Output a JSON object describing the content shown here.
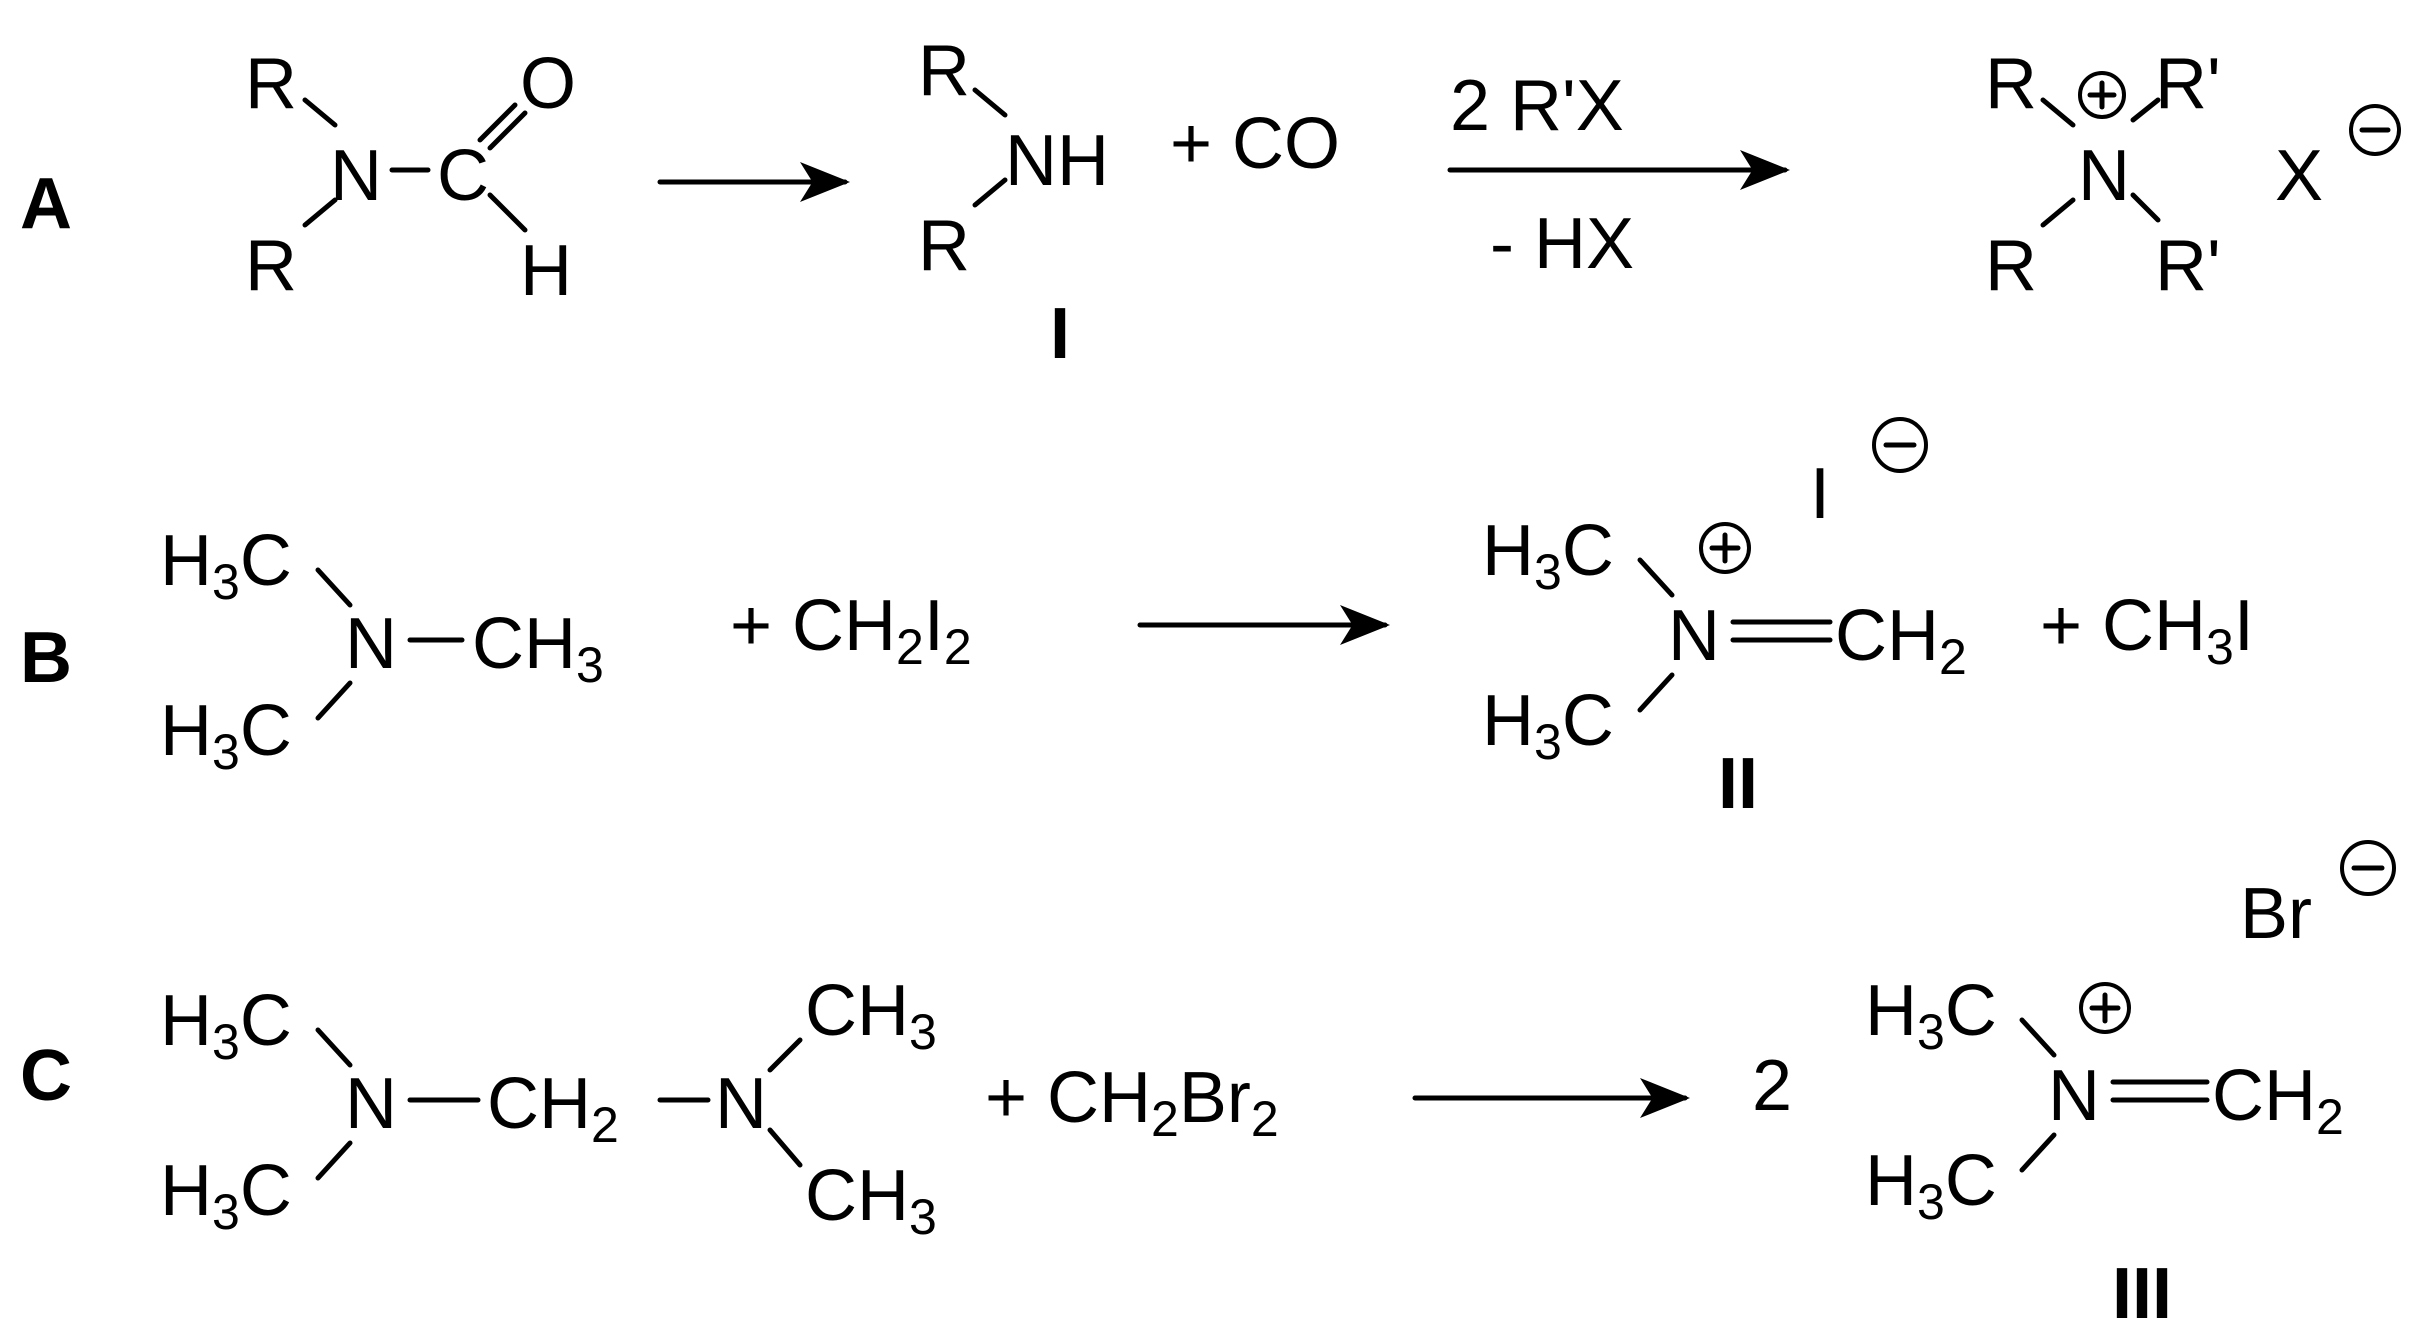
{
  "reaction_a": {
    "label": "A",
    "amide": {
      "r_top": "R",
      "r_bottom": "R",
      "n": "N",
      "c": "C",
      "o": "O",
      "h": "H"
    },
    "amine": {
      "r_top": "R",
      "r_bottom": "R",
      "nh": "NH",
      "compound_label": "I"
    },
    "plus_co": "+ CO",
    "reagent_top": "2 R'X",
    "reagent_bottom": "- HX",
    "product": {
      "r_top_left": "R",
      "r_bottom_left": "R",
      "r_top_right": "R'",
      "r_bottom_right": "R'",
      "n": "N",
      "anion": "X"
    }
  },
  "reaction_b": {
    "label": "B",
    "amine": {
      "h_top": "H",
      "sub_top": "3",
      "c_top": "C",
      "h_bottom": "H",
      "sub_bottom": "3",
      "c_bottom": "C",
      "n": "N",
      "ch_right": "CH",
      "sub_right": "3"
    },
    "reagent": {
      "plus_ch": "+ CH",
      "sub_h": "2",
      "i": "I",
      "sub_i": "2"
    },
    "product": {
      "h_top": "H",
      "sub_top": "3",
      "c_top": "C",
      "h_bottom": "H",
      "sub_bottom": "3",
      "c_bottom": "C",
      "n": "N",
      "ch2": "CH",
      "sub_ch2": "2",
      "anion": "I",
      "compound_label": "II"
    },
    "byproduct": {
      "plus_ch": "+ CH",
      "sub": "3",
      "i": "I"
    }
  },
  "reaction_c": {
    "label": "C",
    "amine": {
      "h_tl": "H",
      "sub_tl": "3",
      "c_tl": "C",
      "h_bl": "H",
      "sub_bl": "3",
      "c_bl": "C",
      "n_left": "N",
      "ch2": "CH",
      "sub_ch2": "2",
      "n_right": "N",
      "ch_tr": "CH",
      "sub_tr": "3",
      "ch_br": "CH",
      "sub_br": "3"
    },
    "reagent": {
      "plus_ch": "+ CH",
      "sub_h": "2",
      "br": "Br",
      "sub_br": "2"
    },
    "coefficient": "2",
    "product": {
      "h_top": "H",
      "sub_top": "3",
      "c_top": "C",
      "h_bottom": "H",
      "sub_bottom": "3",
      "c_bottom": "C",
      "n": "N",
      "ch2": "CH",
      "sub_ch2": "2",
      "anion": "Br",
      "compound_label": "III"
    }
  }
}
